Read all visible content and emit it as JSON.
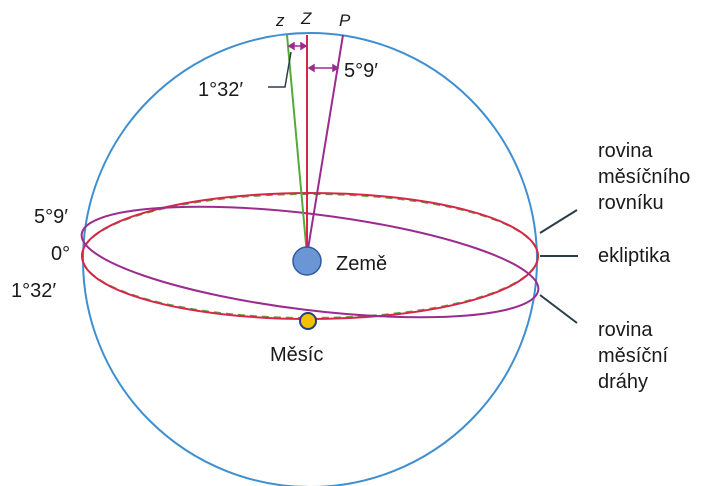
{
  "axes": {
    "z": "z",
    "Z": "Z",
    "P": "P"
  },
  "angles": {
    "top_left": "1°32′",
    "top_right": "5°9′",
    "side_5_9": "5°9′",
    "side_0": "0°",
    "side_1_32": "1°32′"
  },
  "bodies": {
    "earth": "Země",
    "moon": "Měsíc"
  },
  "planes": {
    "lunar_equator": [
      "rovina",
      "měsíčního",
      "rovníku"
    ],
    "ecliptic": "ekliptika",
    "lunar_orbit": [
      "rovina",
      "měsíční",
      "dráhy"
    ]
  },
  "colors": {
    "sphere": "#3f8fd0",
    "ecliptic": "#d8264a",
    "orbit_plane": "#9b2b8f",
    "equator_plane": "#55aa3a",
    "earth": "#6b96d6",
    "moon": "#f2c200",
    "leader": "#2a3e4a"
  }
}
